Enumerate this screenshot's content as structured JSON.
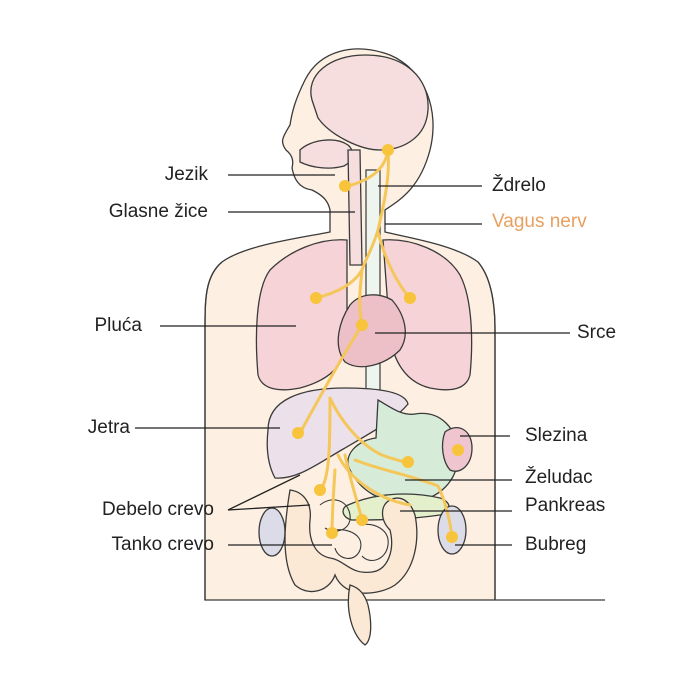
{
  "colors": {
    "skin": "#fdf0e2",
    "outline": "#3a3a3a",
    "brain": "#f6dedf",
    "lungs": "#f6d3d6",
    "heart": "#ecc0c6",
    "liver": "#ece0ea",
    "stomach": "#d6ecd8",
    "pancreas": "#e4efcc",
    "spleen": "#efc6cf",
    "kidney": "#dcdce8",
    "intestine": "#fbe9d6",
    "nerve": "#f5c65a",
    "nerve_dot": "#f7c43b",
    "accent": "#e8a060"
  },
  "labels": {
    "jezik": "Jezik",
    "glasne_zice": "Glasne žice",
    "pluca": "Pluća",
    "jetra": "Jetra",
    "debelo_crevo": "Debelo crevo",
    "tanko_crevo": "Tanko crevo",
    "zdrelo": "Ždrelo",
    "vagus_nerv": "Vagus nerv",
    "srce": "Srce",
    "slezina": "Slezina",
    "zeludac": "Želudac",
    "pankreas": "Pankreas",
    "bubreg": "Bubreg"
  }
}
